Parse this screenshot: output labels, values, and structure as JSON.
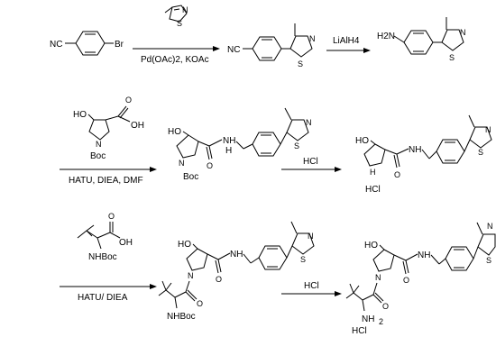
{
  "steps": [
    {
      "id": "step1",
      "reagents_below": "Pd(OAc)2, KOAc"
    },
    {
      "id": "step2",
      "reagents_above": "LiAlH4"
    },
    {
      "id": "step3",
      "reagents_below": "HATU, DIEA, DMF"
    },
    {
      "id": "step4",
      "reagents_above": "HCl"
    },
    {
      "id": "step5",
      "reagents_below": "HATU/ DIEA"
    },
    {
      "id": "step6",
      "reagents_above": "HCl"
    }
  ],
  "atom_labels": {
    "nc": "NC",
    "br": "Br",
    "n": "N",
    "s": "S",
    "h2n": "H2N",
    "ho": "HO",
    "oh": "OH",
    "o": "O",
    "boc": "Boc",
    "nh": "NH",
    "h": "H",
    "hcl": "HCl",
    "nhboc": "NHBoc",
    "nh2": "NH",
    "sub2": "2"
  }
}
